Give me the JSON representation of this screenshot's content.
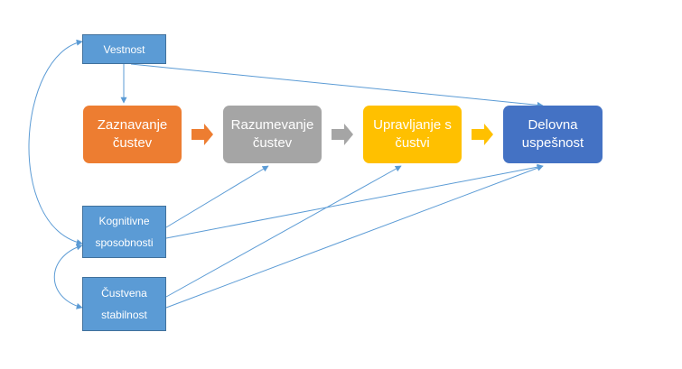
{
  "nodes": {
    "vestnost": {
      "lines": [
        "Vestnost"
      ]
    },
    "kognitivne": {
      "lines": [
        "Kognitivne",
        "sposobnosti"
      ]
    },
    "custvena": {
      "lines": [
        "Čustvena",
        "stabilnost"
      ]
    },
    "zaznavanje": {
      "lines": [
        "Zaznavanje",
        "čustev"
      ]
    },
    "razumevanje": {
      "lines": [
        "Razumevanje",
        "čustev"
      ]
    },
    "upravljanje": {
      "lines": [
        "Upravljanje s",
        "čustvi"
      ]
    },
    "delovna": {
      "lines": [
        "Delovna",
        "uspešnost"
      ]
    }
  },
  "colors": {
    "predictor_fill": "#5b9bd5",
    "predictor_border": "#41719c",
    "connector": "#5b9bd5",
    "zaznavanje": "#ed7d31",
    "razumevanje": "#a5a5a5",
    "upravljanje": "#ffc000",
    "delovna": "#4472c4"
  },
  "edges": [
    {
      "from": "vestnost",
      "to": "zaznavanje",
      "style": "straight"
    },
    {
      "from": "vestnost",
      "to": "delovna",
      "style": "straight"
    },
    {
      "from": "kognitivne",
      "to": "razumevanje",
      "style": "straight"
    },
    {
      "from": "kognitivne",
      "to": "delovna",
      "style": "straight"
    },
    {
      "from": "custvena",
      "to": "upravljanje",
      "style": "straight"
    },
    {
      "from": "custvena",
      "to": "delovna",
      "style": "straight"
    },
    {
      "from": "vestnost",
      "to": "kognitivne",
      "style": "curved",
      "bidirectional": true
    },
    {
      "from": "kognitivne",
      "to": "custvena",
      "style": "curved",
      "bidirectional": true
    },
    {
      "from": "zaznavanje",
      "to": "razumevanje",
      "style": "block-arrow"
    },
    {
      "from": "razumevanje",
      "to": "upravljanje",
      "style": "block-arrow"
    },
    {
      "from": "upravljanje",
      "to": "delovna",
      "style": "block-arrow"
    }
  ]
}
